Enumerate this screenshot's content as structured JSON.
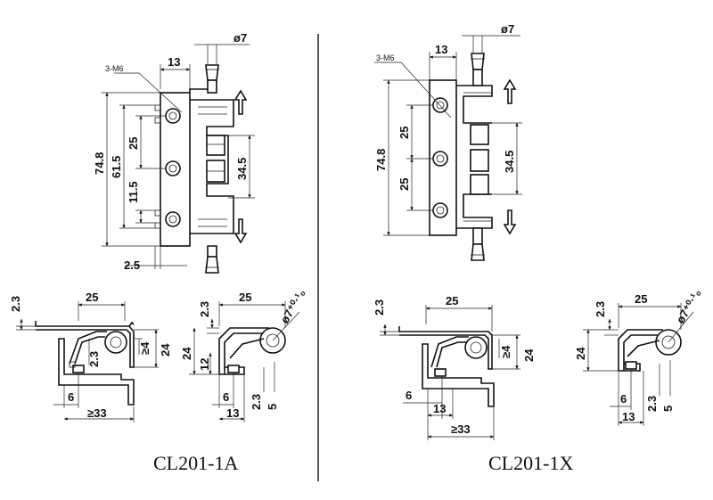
{
  "drawings": {
    "left": {
      "title": "CL201-1A",
      "front": {
        "top_width": "13",
        "pin_dia": "ø7",
        "hole_note": "3-M6",
        "overall_height": "74.8",
        "span_outer": "61.5",
        "hole_pitch": "25",
        "offset": "11.5",
        "center_gap": "34.5",
        "edge": "2.5"
      },
      "section_left": {
        "thickness": "2.3",
        "width": "25",
        "min_gap": "≥4",
        "inner": "2.3",
        "height": "24",
        "flange": "6",
        "min_width": "≥33"
      },
      "section_right": {
        "thickness": "2.3",
        "width": "25",
        "pin": "ø7⁺⁰·¹₀",
        "height": "24",
        "inner": "12",
        "flange": "6",
        "lip": "2.3",
        "base": "13",
        "foot": "5"
      }
    },
    "right": {
      "title": "CL201-1X",
      "front": {
        "top_width": "13",
        "pin_dia": "ø7",
        "hole_note": "3-M6",
        "overall_height": "74.8",
        "hole_pitch_1": "25",
        "hole_pitch_2": "25",
        "center_gap": "34.5"
      },
      "section_left": {
        "thickness": "2.3",
        "width": "25",
        "min_gap": "≥4",
        "height": "24",
        "flange": "6",
        "base": "13",
        "min_width": "≥33"
      },
      "section_right": {
        "thickness": "2.3",
        "width": "25",
        "pin": "ø7⁺⁰·¹₀",
        "height": "24",
        "flange": "6",
        "lip": "2.3",
        "base": "13",
        "foot": "5"
      }
    }
  }
}
